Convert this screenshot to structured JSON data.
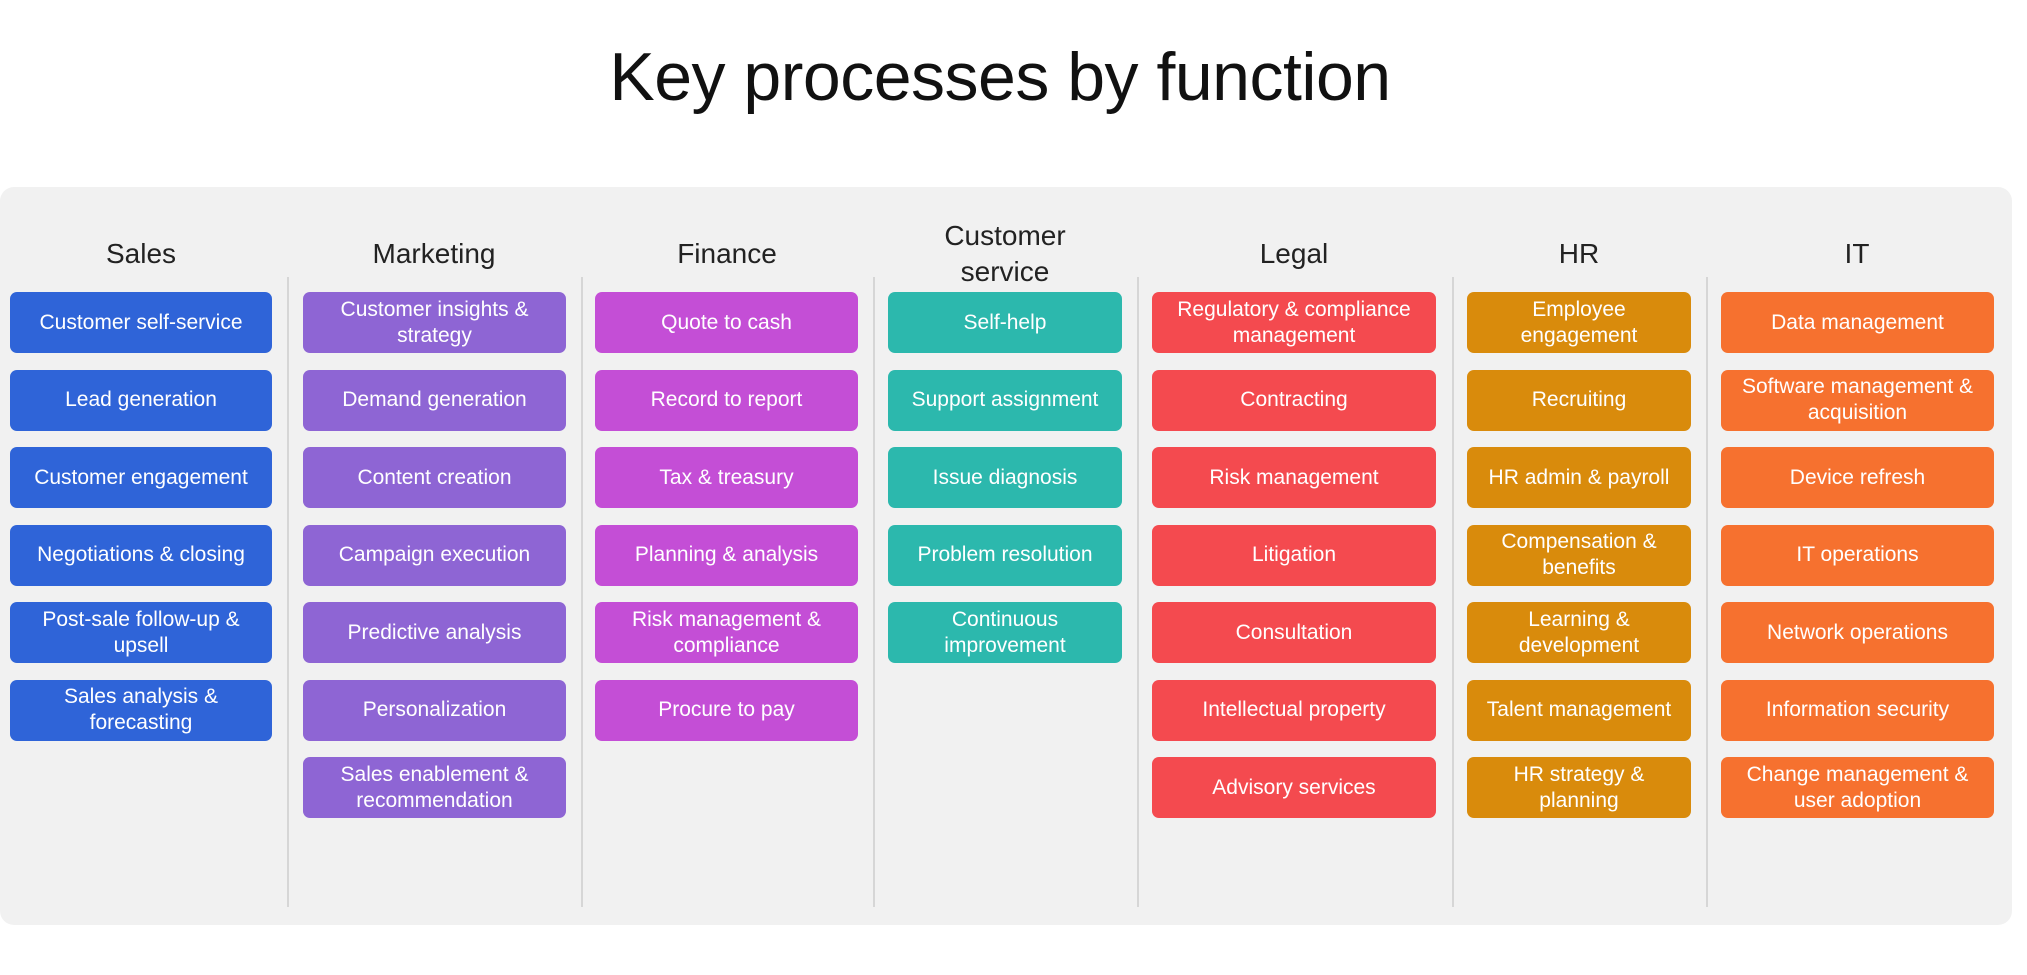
{
  "title": "Key processes by function",
  "columns": [
    {
      "name": "Sales",
      "color": "#2f64d8",
      "items": [
        "Customer self-service",
        "Lead generation",
        "Customer engagement",
        "Negotiations & closing",
        "Post-sale follow-up & upsell",
        "Sales analysis & forecasting"
      ]
    },
    {
      "name": "Marketing",
      "color": "#8e65d4",
      "items": [
        "Customer insights & strategy",
        "Demand generation",
        "Content creation",
        "Campaign execution",
        "Predictive analysis",
        "Personalization",
        "Sales enablement & recommendation"
      ]
    },
    {
      "name": "Finance",
      "color": "#c44ed6",
      "items": [
        "Quote to cash",
        "Record to report",
        "Tax & treasury",
        "Planning & analysis",
        "Risk management & compliance",
        "Procure to pay"
      ]
    },
    {
      "name": "Customer service",
      "color": "#2cb8ad",
      "items": [
        "Self-help",
        "Support assignment",
        "Issue diagnosis",
        "Problem resolution",
        "Continuous improvement"
      ]
    },
    {
      "name": "Legal",
      "color": "#f44a4f",
      "items": [
        "Regulatory & compliance management",
        "Contracting",
        "Risk management",
        "Litigation",
        "Consultation",
        "Intellectual property",
        "Advisory services"
      ]
    },
    {
      "name": "HR",
      "color": "#d98b0c",
      "items": [
        "Employee engagement",
        "Recruiting",
        "HR admin & payroll",
        "Compensation & benefits",
        "Learning & development",
        "Talent management",
        "HR strategy & planning"
      ]
    },
    {
      "name": "IT",
      "color": "#f6712f",
      "items": [
        "Data management",
        "Software management & acquisition",
        "Device refresh",
        "IT operations",
        "Network operations",
        "Information security",
        "Change management & user adoption"
      ]
    }
  ]
}
